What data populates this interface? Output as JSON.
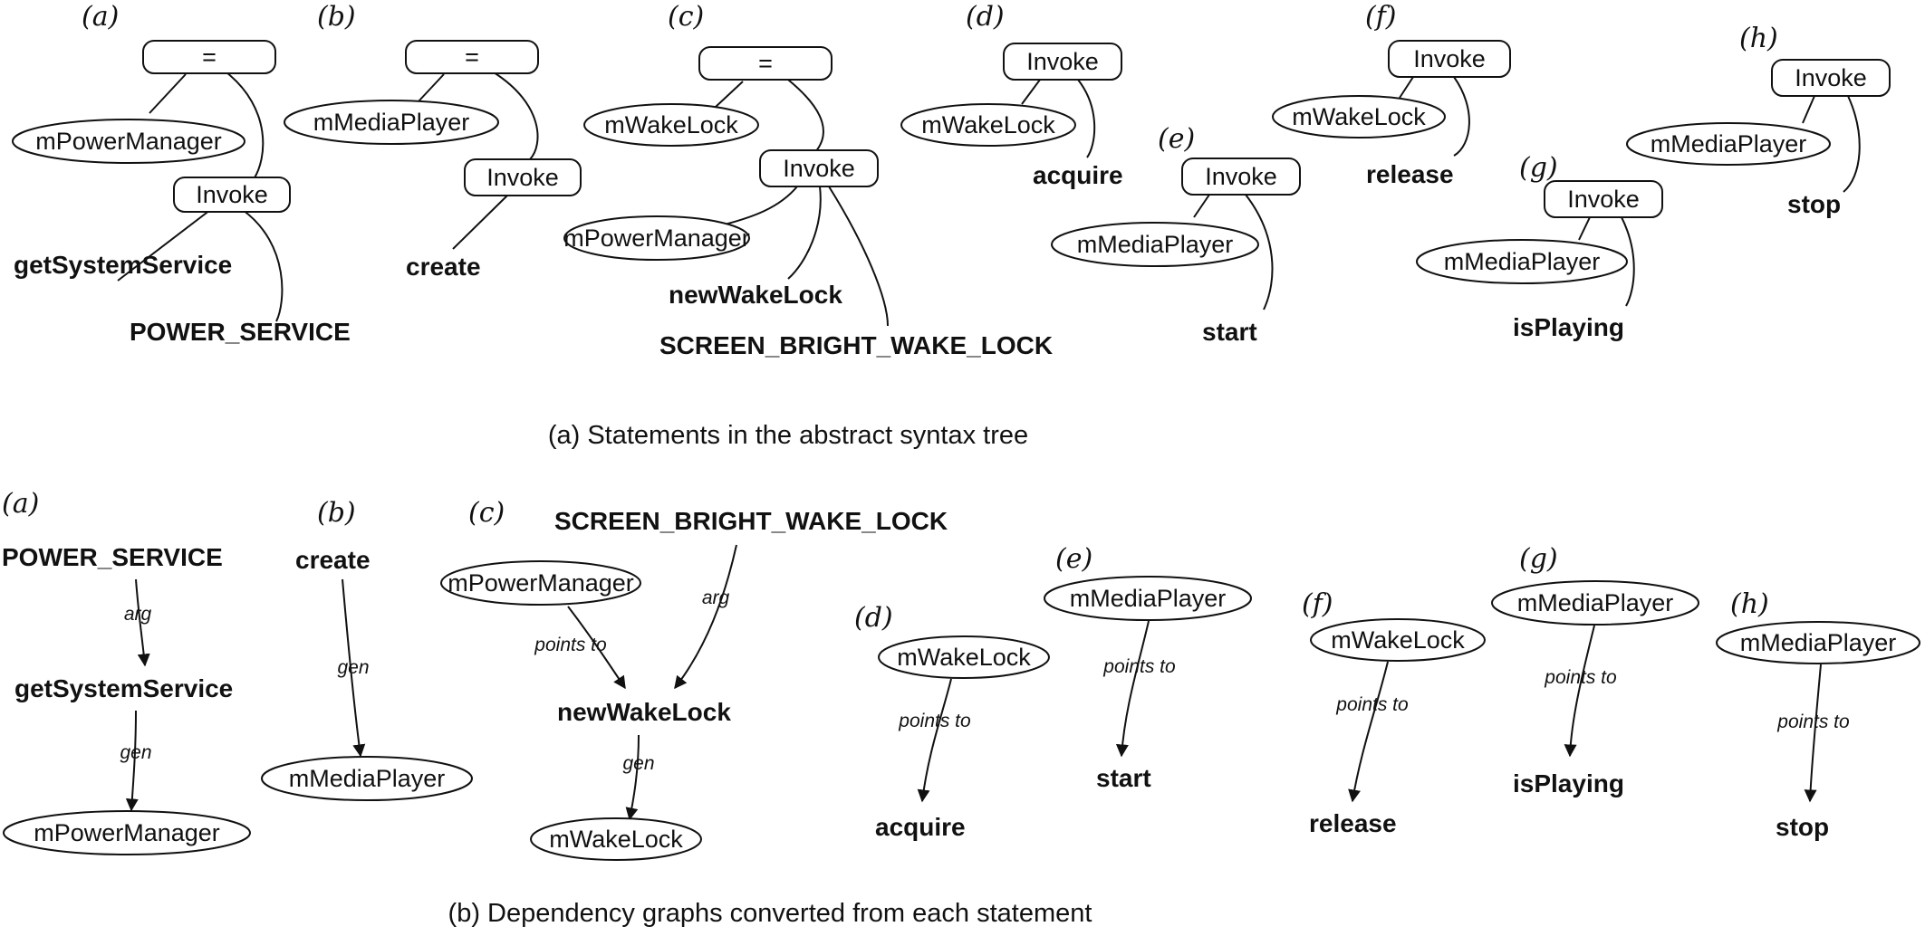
{
  "top_caption": "(a) Statements in the abstract syntax tree",
  "bottom_caption": "(b) Dependency graphs converted from each statement",
  "ast": {
    "a": {
      "letter": "(a)",
      "root": "=",
      "left": "mPowerManager",
      "invoke": "Invoke",
      "method": "getSystemService",
      "arg": "POWER_SERVICE"
    },
    "b": {
      "letter": "(b)",
      "root": "=",
      "left": "mMediaPlayer",
      "invoke": "Invoke",
      "method": "create"
    },
    "c": {
      "letter": "(c)",
      "root": "=",
      "left": "mWakeLock",
      "invoke": "Invoke",
      "receiver": "mPowerManager",
      "method": "newWakeLock",
      "arg": "SCREEN_BRIGHT_WAKE_LOCK"
    },
    "d": {
      "letter": "(d)",
      "invoke": "Invoke",
      "receiver": "mWakeLock",
      "method": "acquire"
    },
    "e": {
      "letter": "(e)",
      "invoke": "Invoke",
      "receiver": "mMediaPlayer",
      "method": "start"
    },
    "f": {
      "letter": "(f)",
      "invoke": "Invoke",
      "receiver": "mWakeLock",
      "method": "release"
    },
    "g": {
      "letter": "(g)",
      "invoke": "Invoke",
      "receiver": "mMediaPlayer",
      "method": "isPlaying"
    },
    "h": {
      "letter": "(h)",
      "invoke": "Invoke",
      "receiver": "mMediaPlayer",
      "method": "stop"
    }
  },
  "dep": {
    "a": {
      "letter": "(a)",
      "n1": "POWER_SERVICE",
      "e1": "arg",
      "n2": "getSystemService",
      "e2": "gen",
      "n3": "mPowerManager"
    },
    "b": {
      "letter": "(b)",
      "n1": "create",
      "e1": "gen",
      "n2": "mMediaPlayer"
    },
    "c": {
      "letter": "(c)",
      "n_arg": "SCREEN_BRIGHT_WAKE_LOCK",
      "n_recv": "mPowerManager",
      "e_recv": "points to",
      "e_arg": "arg",
      "n_method": "newWakeLock",
      "e_gen": "gen",
      "n_out": "mWakeLock"
    },
    "d": {
      "letter": "(d)",
      "n1": "mWakeLock",
      "e1": "points to",
      "n2": "acquire"
    },
    "e": {
      "letter": "(e)",
      "n1": "mMediaPlayer",
      "e1": "points to",
      "n2": "start"
    },
    "f": {
      "letter": "(f)",
      "n1": "mWakeLock",
      "e1": "points to",
      "n2": "release"
    },
    "g": {
      "letter": "(g)",
      "n1": "mMediaPlayer",
      "e1": "points to",
      "n2": "isPlaying"
    },
    "h": {
      "letter": "(h)",
      "n1": "mMediaPlayer",
      "e1": "points to",
      "n2": "stop"
    }
  }
}
